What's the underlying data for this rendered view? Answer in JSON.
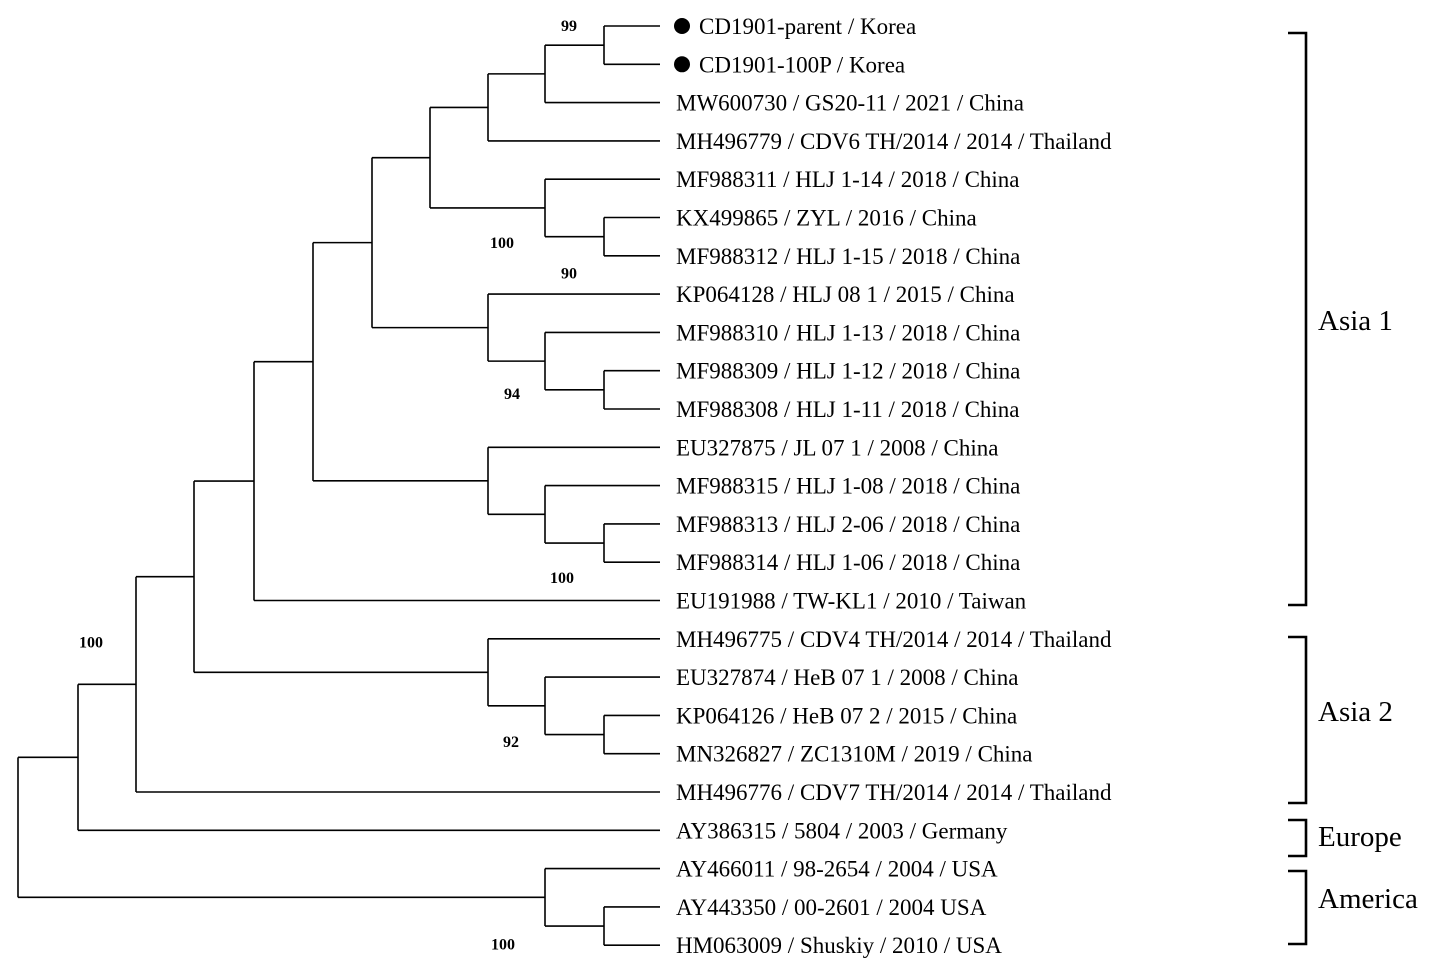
{
  "leaves": [
    {
      "label": "CD1901-parent / Korea",
      "marker": true
    },
    {
      "label": "CD1901-100P / Korea",
      "marker": true
    },
    {
      "label": "MW600730 / GS20-11 / 2021 / China",
      "marker": false
    },
    {
      "label": "MH496779 / CDV6 TH/2014 / 2014 / Thailand",
      "marker": false
    },
    {
      "label": "MF988311 / HLJ 1-14 / 2018 / China",
      "marker": false
    },
    {
      "label": "KX499865 / ZYL / 2016 / China",
      "marker": false
    },
    {
      "label": "MF988312 / HLJ 1-15 / 2018 / China",
      "marker": false
    },
    {
      "label": "KP064128 / HLJ 08 1 / 2015 / China",
      "marker": false
    },
    {
      "label": "MF988310 / HLJ 1-13 / 2018 / China",
      "marker": false
    },
    {
      "label": "MF988309 / HLJ 1-12 / 2018 / China",
      "marker": false
    },
    {
      "label": "MF988308 / HLJ 1-11 / 2018 / China",
      "marker": false
    },
    {
      "label": "EU327875 / JL 07 1 / 2008 / China",
      "marker": false
    },
    {
      "label": "MF988315 / HLJ 1-08 / 2018 / China",
      "marker": false
    },
    {
      "label": "MF988313 / HLJ 2-06 / 2018 / China",
      "marker": false
    },
    {
      "label": "MF988314 / HLJ 1-06 / 2018 / China",
      "marker": false
    },
    {
      "label": "EU191988 / TW-KL1 / 2010 / Taiwan",
      "marker": false
    },
    {
      "label": "MH496775 / CDV4 TH/2014 / 2014 / Thailand",
      "marker": false
    },
    {
      "label": "EU327874 / HeB 07 1 / 2008 / China",
      "marker": false
    },
    {
      "label": "KP064126 / HeB 07 2 / 2015 / China",
      "marker": false
    },
    {
      "label": "MN326827 / ZC1310M / 2019 / China",
      "marker": false
    },
    {
      "label": "MH496776 / CDV7 TH/2014 / 2014 / Thailand",
      "marker": false
    },
    {
      "label": "AY386315 / 5804 / 2003 / Germany",
      "marker": false
    },
    {
      "label": "AY466011 / 98-2654 / 2004 / USA",
      "marker": false
    },
    {
      "label": "AY443350 / 00-2601 / 2004 USA",
      "marker": false
    },
    {
      "label": "HM063009 / Shuskiy / 2010 / USA",
      "marker": false
    }
  ],
  "bootstrap": [
    {
      "value": "99",
      "clade": "korea"
    },
    {
      "value": "100",
      "clade": "hlj14"
    },
    {
      "value": "90",
      "clade": "zyl"
    },
    {
      "value": "94",
      "clade": "hlj13"
    },
    {
      "value": "100",
      "clade": "hlj06"
    },
    {
      "value": "92",
      "clade": "heb"
    },
    {
      "value": "100",
      "clade": "eastern"
    },
    {
      "value": "100",
      "clade": "america"
    }
  ],
  "groups": [
    {
      "label": "Asia 1",
      "first_leaf": 0,
      "last_leaf": 15
    },
    {
      "label": "Asia 2",
      "first_leaf": 16,
      "last_leaf": 20
    },
    {
      "label": "Europe",
      "first_leaf": 21,
      "last_leaf": 21
    },
    {
      "label": "America",
      "first_leaf": 22,
      "last_leaf": 24
    }
  ],
  "marker_color": "#000000"
}
